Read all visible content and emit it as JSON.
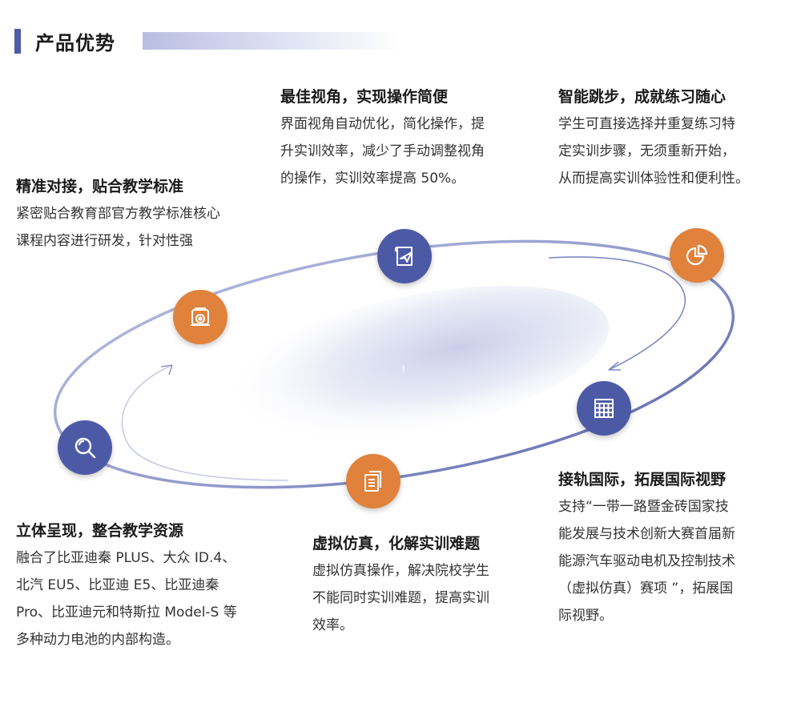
{
  "header": {
    "title": "产品优势"
  },
  "colors": {
    "accent_navy": "#4c5aa6",
    "accent_orange": "#e0823c"
  },
  "center_mark": "!",
  "icons": [
    {
      "name": "scroll-plane-icon",
      "color": "navy"
    },
    {
      "name": "pie-chart-icon",
      "color": "orange"
    },
    {
      "name": "camera-icon",
      "color": "orange"
    },
    {
      "name": "search-icon",
      "color": "navy"
    },
    {
      "name": "document-icon",
      "color": "orange"
    },
    {
      "name": "grid-table-icon",
      "color": "navy"
    }
  ],
  "blocks": {
    "view": {
      "title": "最佳视角，实现操作简便",
      "lines": [
        "界面视角自动优化，简化操作，提",
        "升实训效率，减少了手动调整视角",
        "的操作，实训效率提高 50%。"
      ]
    },
    "skip": {
      "title": "智能跳步，成就练习随心",
      "lines": [
        "学生可直接选择并重复练习特",
        "定实训步骤，无须重新开始，",
        "从而提高实训体验性和便利性。"
      ]
    },
    "precise": {
      "title": "精准对接，贴合教学标准",
      "lines": [
        "紧密贴合教育部官方教学标准核心",
        "课程内容进行研发，针对性强"
      ]
    },
    "stereo": {
      "title": "立体呈现，整合教学资源",
      "lines": [
        "融合了比亚迪秦 PLUS、大众 ID.4、",
        "北汽 EU5、比亚迪 E5、比亚迪秦",
        "Pro、比亚迪元和特斯拉 Model-S 等",
        "多种动力电池的内部构造。"
      ]
    },
    "virtual": {
      "title": "虚拟仿真，化解实训难题",
      "lines": [
        "虚拟仿真操作，解决院校学生",
        "不能同时实训难题，提高实训",
        "效率。"
      ]
    },
    "intl": {
      "title": "接轨国际，拓展国际视野",
      "lines": [
        "支持“一带一路暨金砖国家技",
        "能发展与技术创新大赛首届新",
        "能源汽车驱动电机及控制技术",
        "（虚拟仿真）赛项 ”，拓展国",
        "际视野。"
      ]
    }
  }
}
